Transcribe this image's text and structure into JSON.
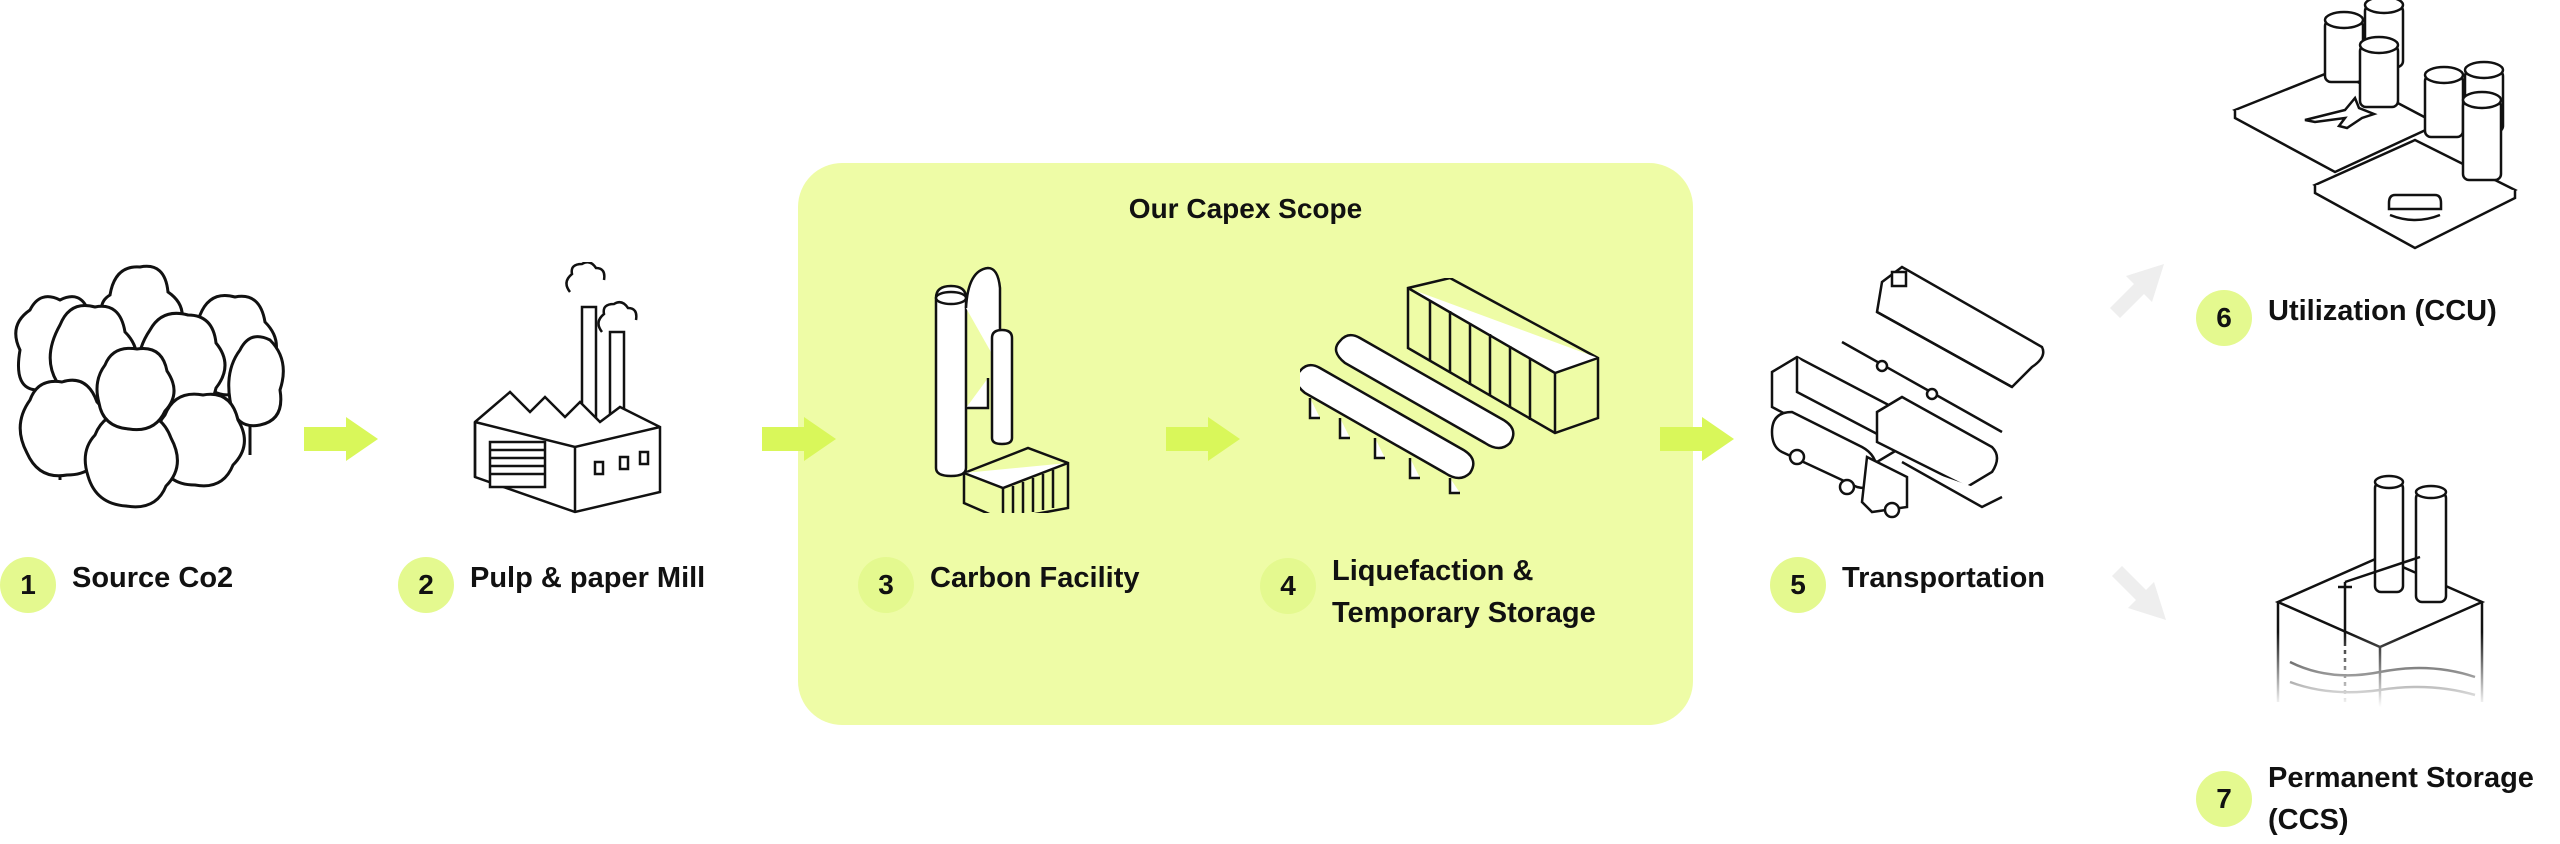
{
  "scope": {
    "title": "Our Capex Scope"
  },
  "steps": [
    {
      "number": "1",
      "label": "Source Co2"
    },
    {
      "number": "2",
      "label": "Pulp & paper Mill"
    },
    {
      "number": "3",
      "label": "Carbon Facility"
    },
    {
      "number": "4",
      "label": "Liquefaction &\nTemporary Storage"
    },
    {
      "number": "5",
      "label": "Transportation"
    },
    {
      "number": "6",
      "label": "Utilization (CCU)"
    },
    {
      "number": "7",
      "label": "Permanent Storage\n(CCS)"
    }
  ],
  "colors": {
    "accent": "#d9f75a",
    "scope_background": "#eefca6",
    "badge": "#e4f98f",
    "muted_arrow": "#eeeeee",
    "line": "#111111"
  },
  "icons": [
    "forest-icon",
    "factory-icon",
    "carbon-facility-icon",
    "liquefaction-storage-icon",
    "transportation-icon",
    "utilization-icon",
    "permanent-storage-icon"
  ]
}
